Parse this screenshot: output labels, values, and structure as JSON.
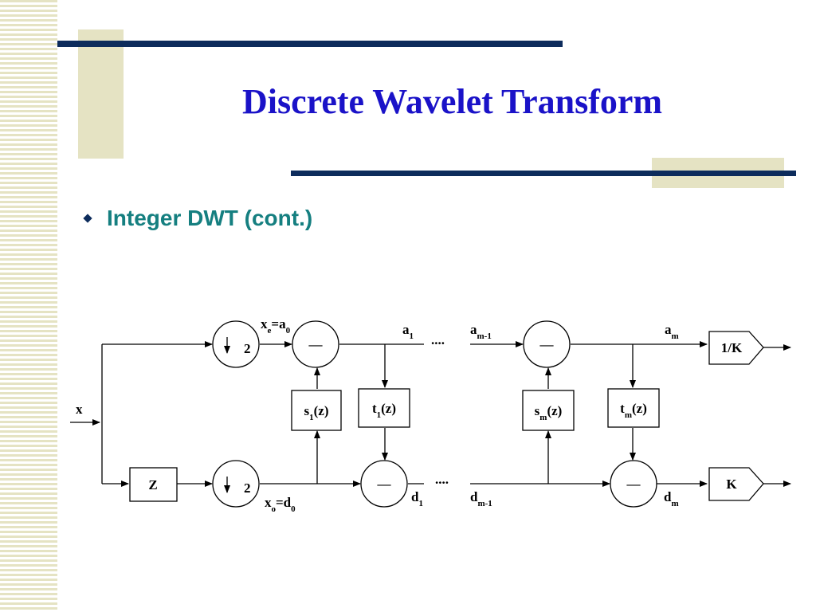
{
  "slide": {
    "title": "Discrete Wavelet Transform",
    "bullet": "Integer DWT (cont.)"
  },
  "diagram": {
    "input_label": "x",
    "delay_label": "Z",
    "downsample_factor": "2",
    "even_label": {
      "main": "x",
      "sub": "e",
      "eq": "=a",
      "eq_sub": "0"
    },
    "odd_label": {
      "main": "x",
      "sub": "o",
      "eq": "=d",
      "eq_sub": "0"
    },
    "minus_sign": "—",
    "s1": {
      "main": "s",
      "sub": "1",
      "rest": "(z)"
    },
    "t1": {
      "main": "t",
      "sub": "1",
      "rest": "(z)"
    },
    "sm": {
      "main": "s",
      "sub": "m",
      "rest": "(z)"
    },
    "tm": {
      "main": "t",
      "sub": "m",
      "rest": "(z)"
    },
    "a1": {
      "main": "a",
      "sub": "1"
    },
    "d1": {
      "main": "d",
      "sub": "1"
    },
    "am1": {
      "main": "a",
      "sub": "m-1"
    },
    "dm1": {
      "main": "d",
      "sub": "m-1"
    },
    "am": {
      "main": "a",
      "sub": "m"
    },
    "dm": {
      "main": "d",
      "sub": "m"
    },
    "ellipsis": "....",
    "scale_top": "1/K",
    "scale_bottom": "K"
  }
}
